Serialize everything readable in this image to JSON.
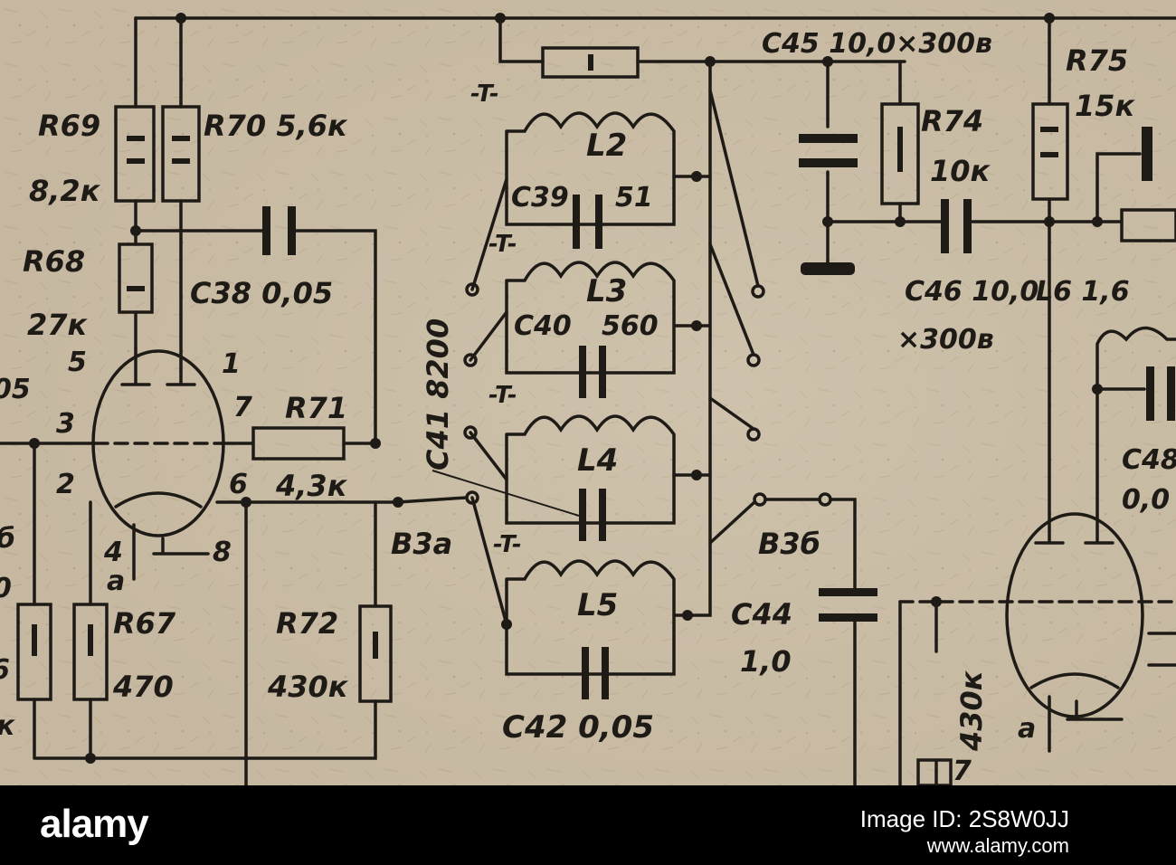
{
  "colors": {
    "paper": "#cbbfa9",
    "ink": "#1e1b17",
    "footer_bg": "#000000",
    "footer_text": "#ffffff"
  },
  "labels": {
    "r69": "R69",
    "r69_val": "8,2к",
    "r70": "R70 5,6к",
    "r68": "R68",
    "r68_val": "27к",
    "c38": "C38 0,05",
    "r71": "R71",
    "r71_val": "4,3к",
    "r67": "R67",
    "r67_val": "470",
    "r72": "R72",
    "r72_val": "430к",
    "pin5": "5",
    "pin1": "1",
    "pin3": "3",
    "pin7": "7",
    "pin2": "2",
    "pin6": "6",
    "pin4": "4",
    "pin8": "8",
    "cath_a": "a",
    "left_05": "05",
    "left_6": "б",
    "left_0": "0",
    "left_6b": "6",
    "left_k": "к",
    "v3a": "В3а",
    "c41": "C41 8200",
    "l2": "L2",
    "c39": "C39",
    "c39_val": "51",
    "l3": "L3",
    "c40": "C40",
    "c40_val": "560",
    "l4": "L4",
    "l5": "L5",
    "c42": "C42 0,05",
    "trim": "-T-",
    "c45": "C45 10,0×300в",
    "r74": "R74",
    "r74_val": "10к",
    "c46": "C46 10,0",
    "c46_val": "×300в",
    "v3b": "В3б",
    "c44": "C44",
    "c44_val": "1,0",
    "r75": "R75",
    "r75_val": "15к",
    "l6": "L6 1,6",
    "c48": "C48",
    "c48_val": "0,0",
    "r_430": "430к",
    "cath_d": "a",
    "digit_7": "7"
  },
  "footer": {
    "brand": "alamy",
    "image_id": "Image ID: 2S8W0JJ",
    "site": "www.alamy.com"
  }
}
